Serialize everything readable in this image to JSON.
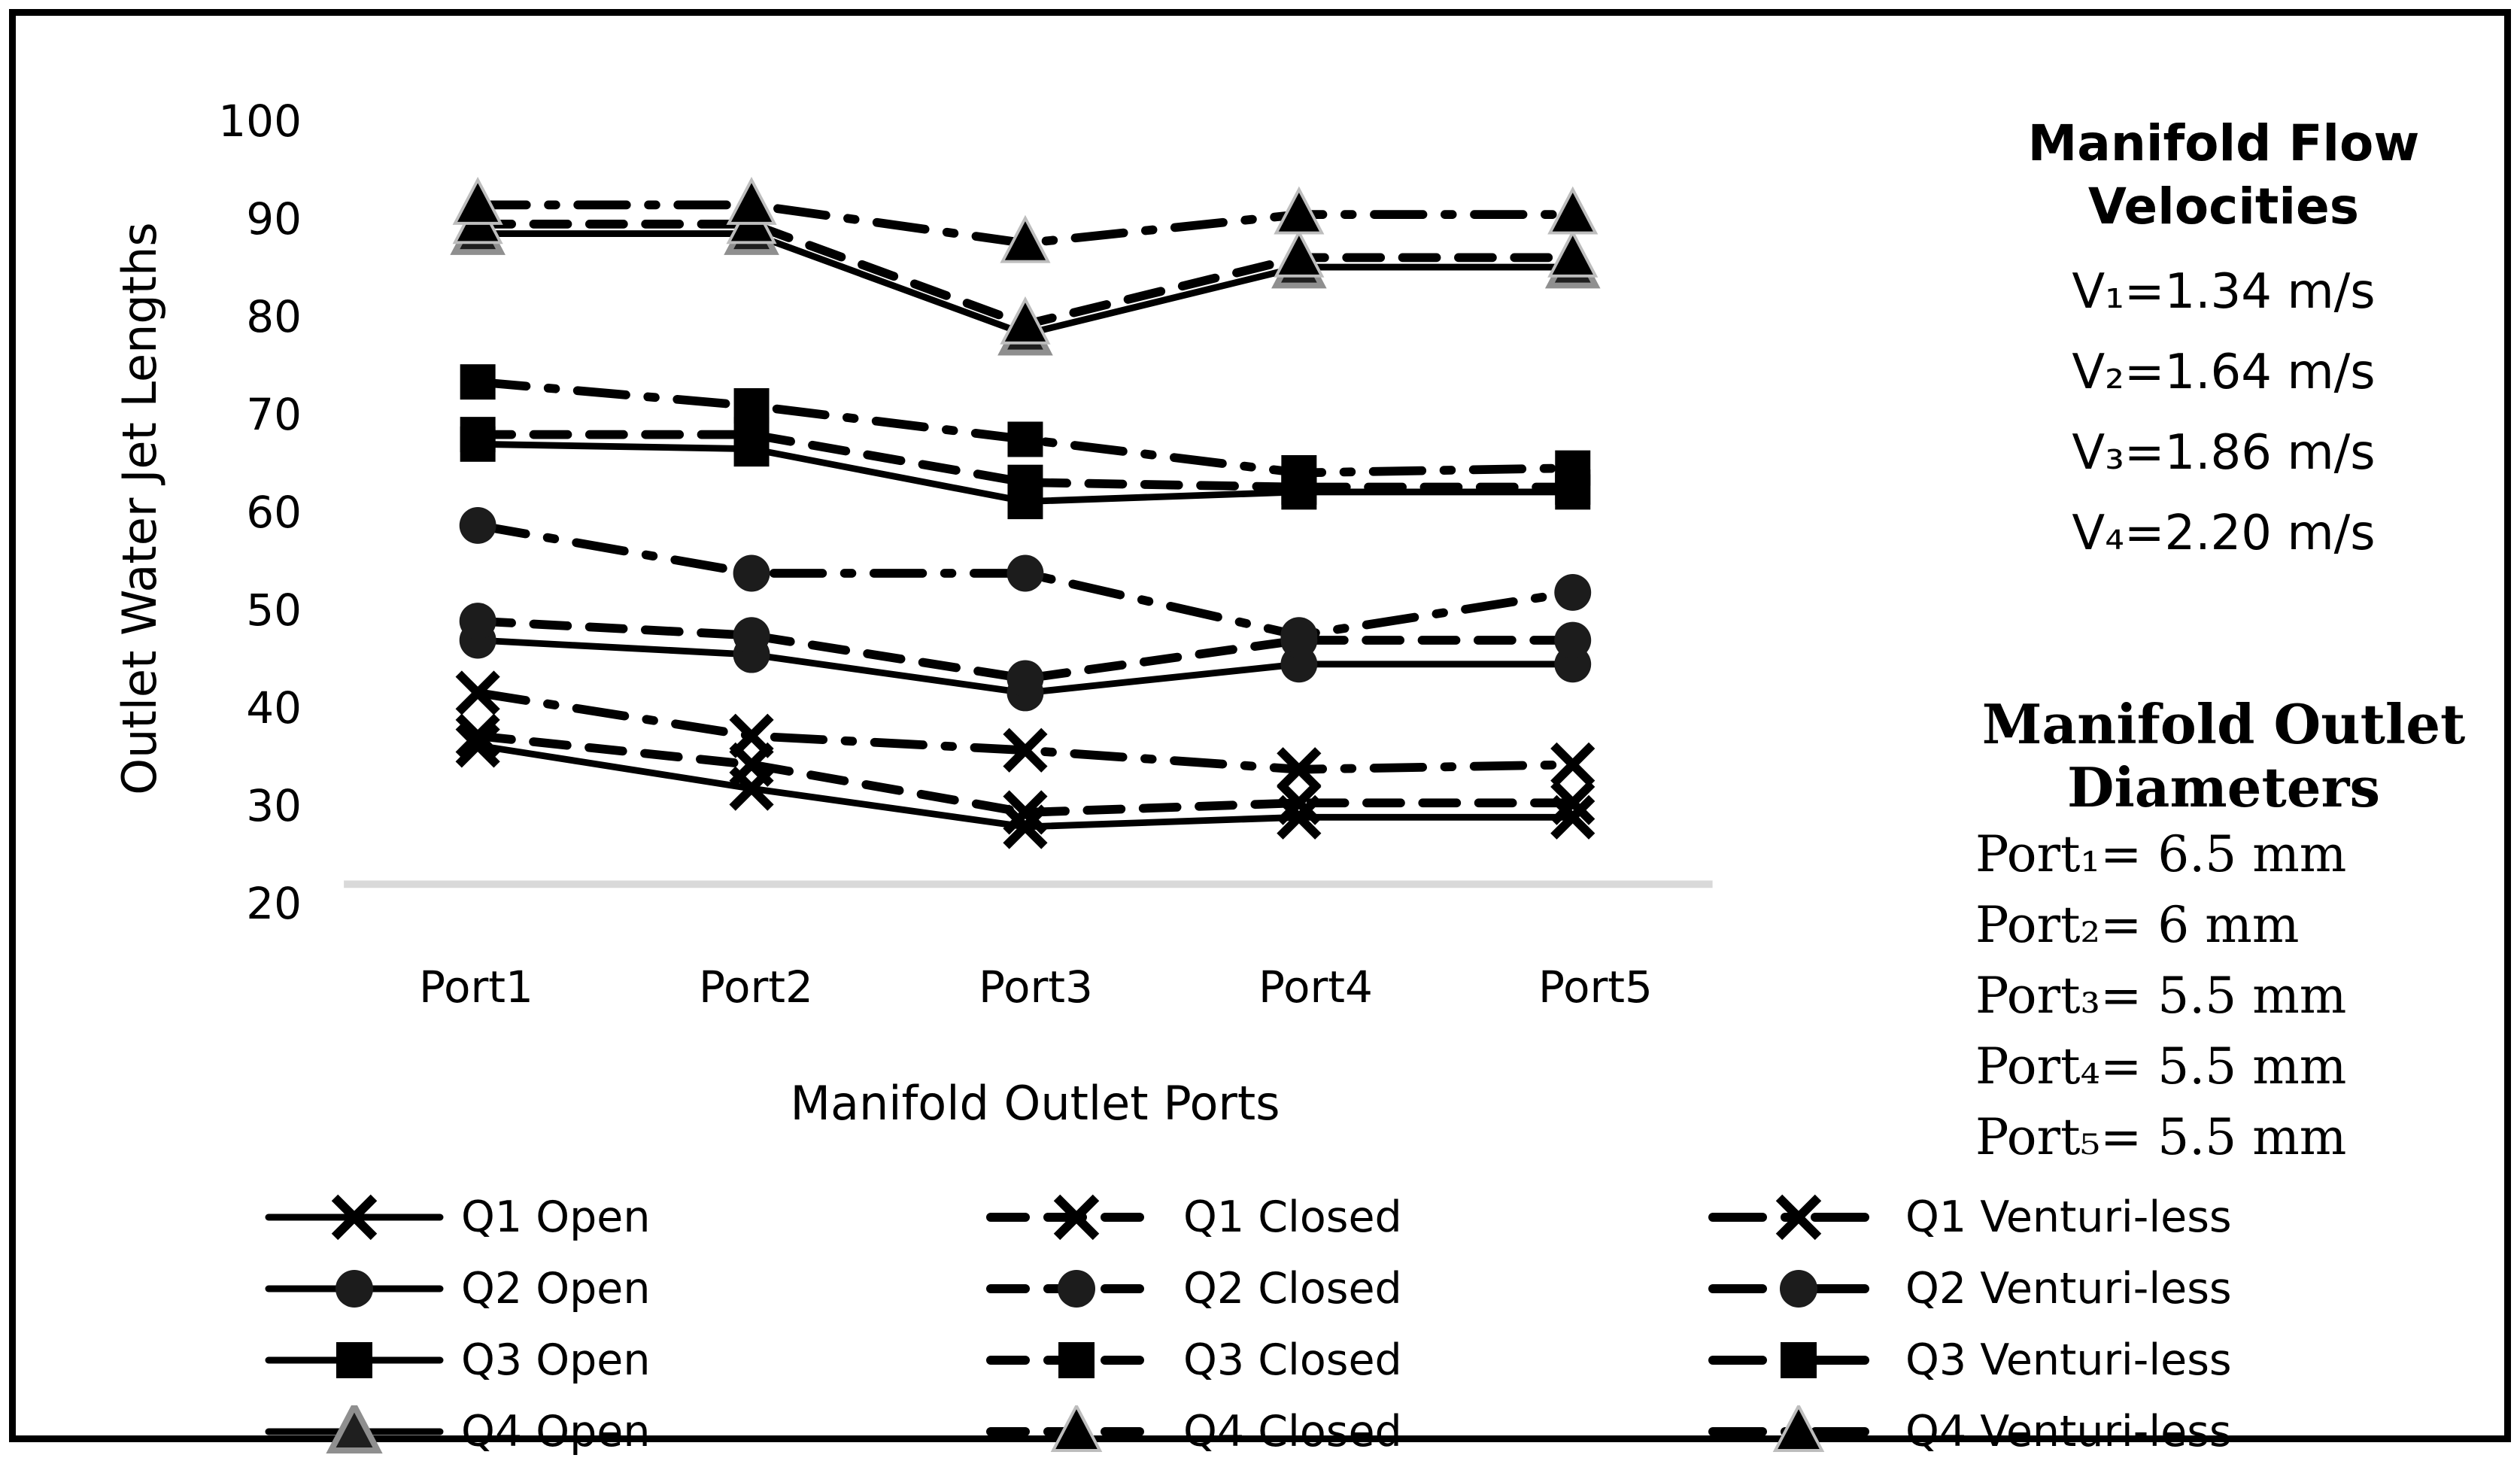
{
  "chart_data": {
    "type": "line",
    "title": "",
    "xlabel": "Manifold Outlet Ports",
    "ylabel": "Outlet Water Jet Lengths",
    "categories": [
      "Port1",
      "Port2",
      "Port3",
      "Port4",
      "Port5"
    ],
    "ylim": [
      20,
      100
    ],
    "yticks": [
      20,
      30,
      40,
      50,
      60,
      70,
      80,
      90,
      100
    ],
    "grid": "off",
    "legend_position": "bottom-3-columns",
    "axis_line_color": "#d9d9d9",
    "series_color": "#000000",
    "series": [
      {
        "name": "Q1 Open",
        "line": "solid",
        "marker": "x",
        "values": [
          34.5,
          30,
          26,
          27,
          27
        ]
      },
      {
        "name": "Q2 Open",
        "line": "solid",
        "marker": "circle",
        "values": [
          45.5,
          44,
          40,
          43,
          43
        ]
      },
      {
        "name": "Q3 Open",
        "line": "solid",
        "marker": "square",
        "values": [
          66,
          65.5,
          60,
          61,
          61
        ]
      },
      {
        "name": "Q4 Open",
        "line": "solid",
        "marker": "triangle-gray",
        "values": [
          88,
          88,
          77.5,
          84.5,
          84.5
        ]
      },
      {
        "name": "Q1 Closed",
        "line": "dashed",
        "marker": "x",
        "values": [
          35.5,
          32.5,
          27.5,
          28.5,
          28.5
        ]
      },
      {
        "name": "Q2 Closed",
        "line": "dashed",
        "marker": "circle",
        "values": [
          47.5,
          46,
          41.5,
          45.5,
          45.5
        ]
      },
      {
        "name": "Q3 Closed",
        "line": "dashed",
        "marker": "square",
        "values": [
          67,
          67,
          62,
          61.5,
          61.5
        ]
      },
      {
        "name": "Q4 Closed",
        "line": "dashed",
        "marker": "triangle",
        "values": [
          89,
          89,
          78.5,
          85.5,
          85.5
        ]
      },
      {
        "name": "Q1 Venturi-less",
        "line": "dashdot",
        "marker": "x",
        "values": [
          40,
          35.5,
          34,
          32,
          32.5
        ]
      },
      {
        "name": "Q2 Venturi-less",
        "line": "dashdot",
        "marker": "circle",
        "values": [
          57.5,
          52.5,
          52.5,
          46,
          50.5
        ]
      },
      {
        "name": "Q3 Venturi-less",
        "line": "dashdot",
        "marker": "square",
        "values": [
          72.5,
          70,
          66.5,
          63,
          63.5
        ]
      },
      {
        "name": "Q4 Venturi-less",
        "line": "dashdot",
        "marker": "triangle",
        "values": [
          91,
          91,
          87,
          90,
          90
        ]
      }
    ]
  },
  "right_panel": {
    "velocities_title": "Manifold Flow Velocities",
    "velocities": [
      "V₁=1.34 m/s",
      "V₂=1.64 m/s",
      "V₃=1.86 m/s",
      "V₄=2.20 m/s"
    ],
    "diameters_title": "Manifold Outlet Diameters",
    "diameters": [
      "Port₁= 6.5 mm",
      "Port₂= 6 mm",
      "Port₃= 5.5 mm",
      "Port₄= 5.5 mm",
      "Port₅= 5.5 mm"
    ]
  },
  "legend": {
    "labels": [
      "Q1 Open",
      "Q2 Open",
      "Q3 Open",
      "Q4 Open",
      "Q1 Closed",
      "Q2 Closed",
      "Q3 Closed",
      "Q4 Closed",
      "Q1 Venturi-less",
      "Q2 Venturi-less",
      "Q3 Venturi-less",
      "Q4 Venturi-less"
    ]
  }
}
